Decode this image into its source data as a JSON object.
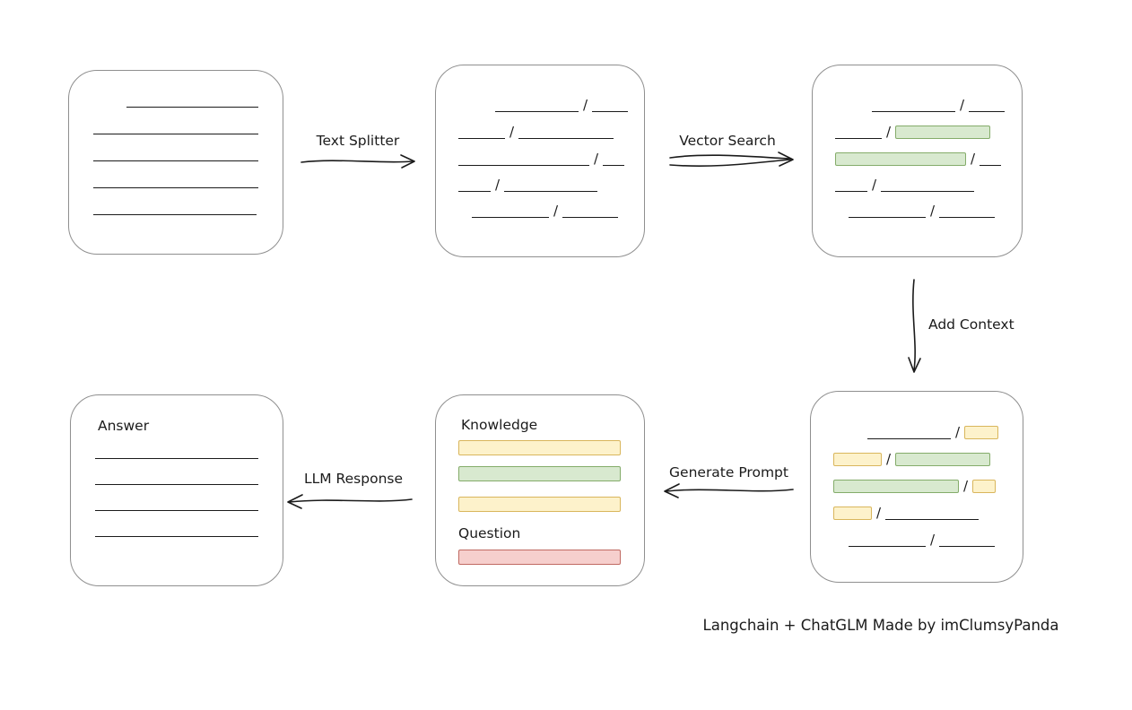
{
  "separator": "/",
  "arrows": {
    "text_splitter": "Text Splitter",
    "vector_search": "Vector Search",
    "add_context": "Add Context",
    "generate_prompt": "Generate Prompt",
    "llm_response": "LLM Response"
  },
  "prompt_box": {
    "knowledge_label": "Knowledge",
    "question_label": "Question"
  },
  "answer_box": {
    "label": "Answer"
  },
  "caption": "Langchain + ChatGLM Made by imClumsyPanda",
  "colors": {
    "green_fill": "#d8e9cf",
    "green_border": "#84ac6a",
    "yellow_fill": "#fdf2cb",
    "yellow_border": "#d9b65c",
    "red_fill": "#f6cfcd",
    "red_border": "#c06a62",
    "line": "#1b1b1b",
    "box_border": "#8f8f8f"
  }
}
